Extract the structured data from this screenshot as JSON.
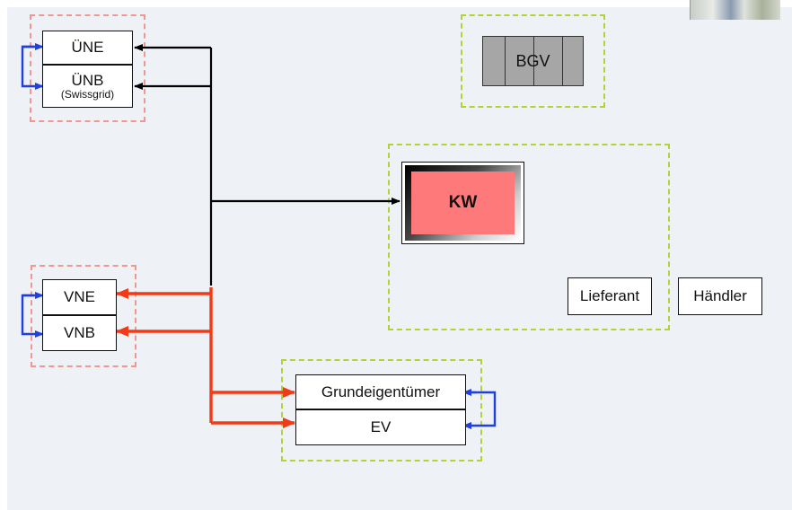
{
  "nodes": {
    "une": "ÜNE",
    "unb": "ÜNB",
    "unb_sub": "(Swissgrid)",
    "bgv": "BGV",
    "kw": "KW",
    "vne": "VNE",
    "vnb": "VNB",
    "lieferant": "Lieferant",
    "haendler": "Händler",
    "grundeigentuemer": "Grundeigentümer",
    "ev": "EV"
  },
  "colors": {
    "black_arrow": "#000000",
    "red_arrow": "#f23a16",
    "blue_arrow": "#1f3fe0",
    "red_group": "#f3968f",
    "green_group": "#b3d236",
    "kw_fill": "#fe7a7a",
    "bgv_fill": "#a6a6a6"
  }
}
